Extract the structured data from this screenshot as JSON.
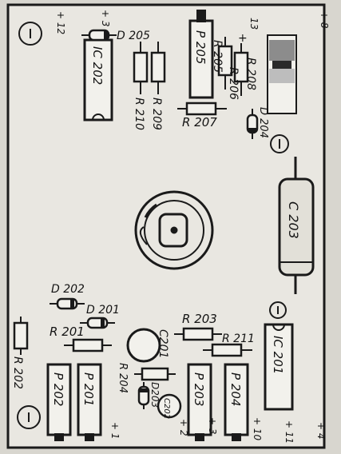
{
  "board": {
    "labels": {
      "ic202": "IC 202",
      "ic201": "IC 201",
      "p205": "P 205",
      "p204": "P 204",
      "p203": "P 203",
      "p202": "P 202",
      "p201": "P 201",
      "c203": "C 203",
      "c201": "C201",
      "c202": "C202",
      "r210": "R 210",
      "r209": "R 209",
      "r207": "R 207",
      "r208": "R 208",
      "r206": "R 206",
      "r205": "R 205",
      "r204": "R 204",
      "r203": "R 203",
      "r211": "R 211",
      "r201": "R 201",
      "r202": "R 202",
      "d205": "D 205",
      "d204": "D 204",
      "d203": "D203",
      "d202": "D 202",
      "d201": "D 201",
      "t12": "+ 12",
      "t3top": "+ 3",
      "t13": "13",
      "tplus": "+",
      "t8": "+ 8",
      "t1": "+ 1",
      "t3bot": "+ 3",
      "t10": "+ 10",
      "t11": "+ 11",
      "t4": "+ 4",
      "t2": "+ 2"
    }
  }
}
